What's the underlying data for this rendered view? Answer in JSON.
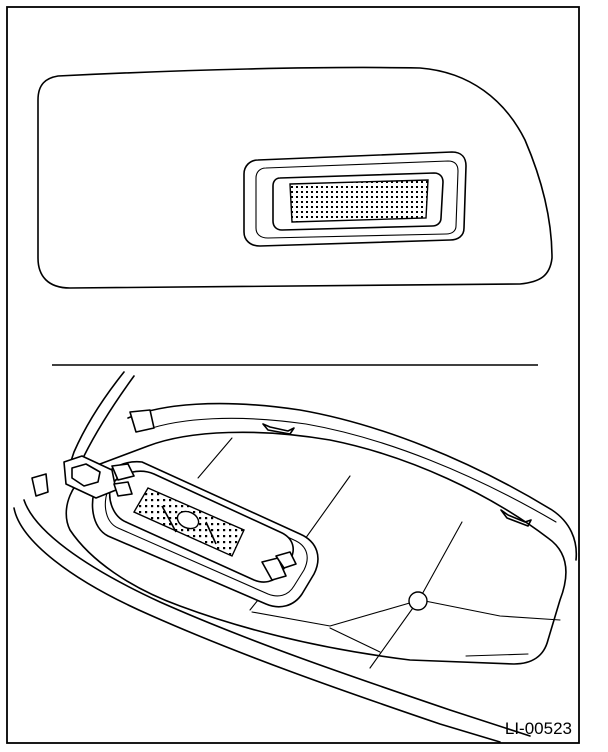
{
  "figure": {
    "code": "LI-00523",
    "colors": {
      "line": "#000000",
      "background": "#ffffff"
    },
    "views": [
      {
        "name": "room-lamp-front-view"
      },
      {
        "name": "room-lamp-installed-view"
      }
    ]
  }
}
